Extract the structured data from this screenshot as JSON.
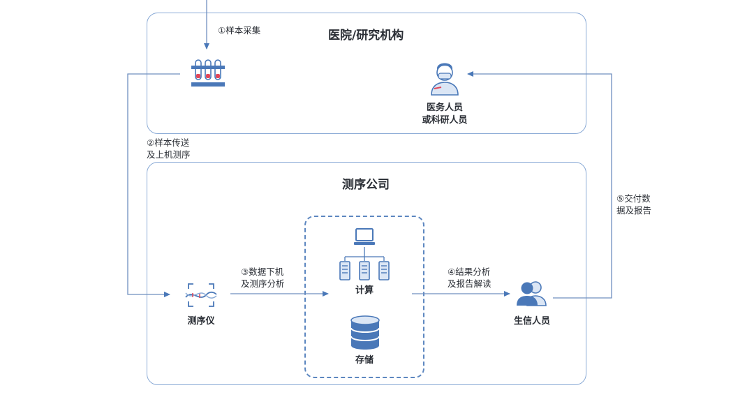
{
  "hospital": {
    "title": "医院/研究机构",
    "staff_line1": "医务人员",
    "staff_line2": "或科研人员"
  },
  "company": {
    "title": "测序公司",
    "sequencer": "测序仪",
    "compute": "计算",
    "storage": "存储",
    "bioinfo": "生信人员"
  },
  "steps": {
    "step1": "①样本采集",
    "step2_line1": "②样本传送",
    "step2_line2": "及上机测序",
    "step3_line1": "③数据下机",
    "step3_line2": "及测序分析",
    "step4_line1": "④结果分析",
    "step4_line2": "及报告解读",
    "step5_line1": "⑤交付数",
    "step5_line2": "据及报告"
  },
  "colors": {
    "box_border": "#8aaad6",
    "accent": "#4a78b8",
    "line": "#6f8fbf",
    "tube_red": "#e0475a"
  }
}
